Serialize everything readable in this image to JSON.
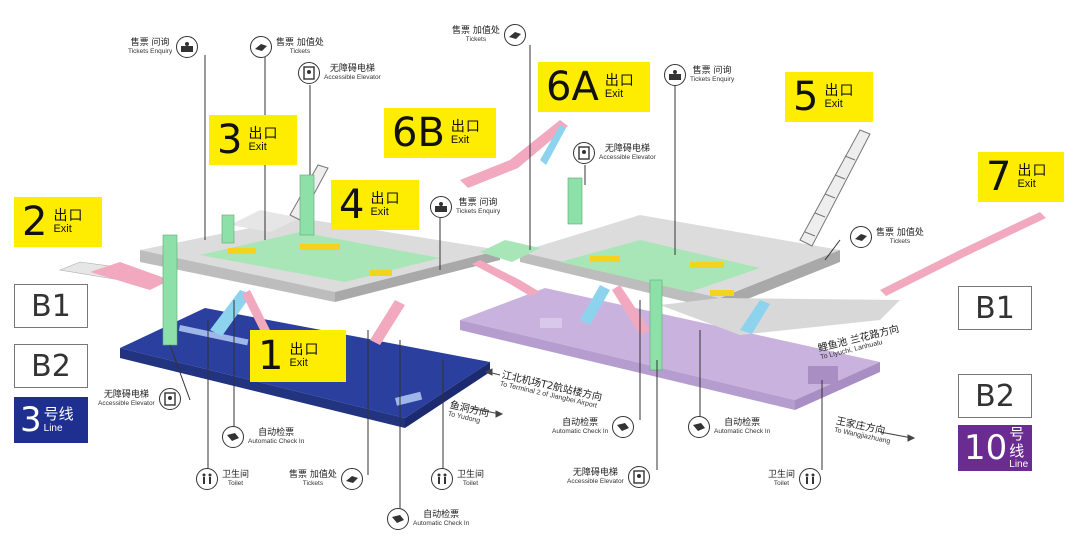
{
  "exits": [
    {
      "id": "1",
      "cn": "出口",
      "en": "Exit"
    },
    {
      "id": "2",
      "cn": "出口",
      "en": "Exit"
    },
    {
      "id": "3",
      "cn": "出口",
      "en": "Exit"
    },
    {
      "id": "4",
      "cn": "出口",
      "en": "Exit"
    },
    {
      "id": "5",
      "cn": "出口",
      "en": "Exit"
    },
    {
      "id": "6A",
      "cn": "出口",
      "en": "Exit"
    },
    {
      "id": "6B",
      "cn": "出口",
      "en": "Exit"
    },
    {
      "id": "7",
      "cn": "出口",
      "en": "Exit"
    }
  ],
  "levels": {
    "b1": "B1",
    "b2": "B2"
  },
  "lines": [
    {
      "num": "3",
      "cn": "号线",
      "en": "Line",
      "color": "#1e2f8f"
    },
    {
      "num": "10",
      "cn": "号线",
      "en": "Line",
      "color": "#6a2c91"
    }
  ],
  "facilities": {
    "tickets_enquiry": {
      "cn": "售票 问询",
      "en": "Tickets Enquiry",
      "icon": "ticket-enquiry-icon"
    },
    "tickets": {
      "cn": "售票 加值处",
      "en": "Tickets",
      "icon": "ticket-top-up-icon"
    },
    "elevator": {
      "cn": "无障碍电梯",
      "en": "Accessible Elevator",
      "icon": "accessible-elevator-icon"
    },
    "checkin": {
      "cn": "自动检票",
      "en": "Automatic Check In",
      "icon": "automatic-check-in-icon"
    },
    "toilet": {
      "cn": "卫生间",
      "en": "Toilet",
      "icon": "toilet-icon"
    }
  },
  "directions": [
    {
      "cn": "江北机场T2航站楼方向",
      "en": "To Terminal 2 of Jiangbei Airport"
    },
    {
      "cn": "鱼洞方向",
      "en": "To Yudong"
    },
    {
      "cn": "鲤鱼池 兰花路方向",
      "en": "To Liyuchi, Lanhualu"
    },
    {
      "cn": "王家庄方向",
      "en": "To Wangjiazhuang"
    }
  ],
  "colors": {
    "yellow": "#ffed00",
    "concourse_green": "#a8e6b8",
    "line3_blue": "#2b3f9e",
    "line10_purple": "#c9b3de",
    "escalator_pink": "#f2a9c0",
    "escalator_blue": "#8ed3ee"
  }
}
